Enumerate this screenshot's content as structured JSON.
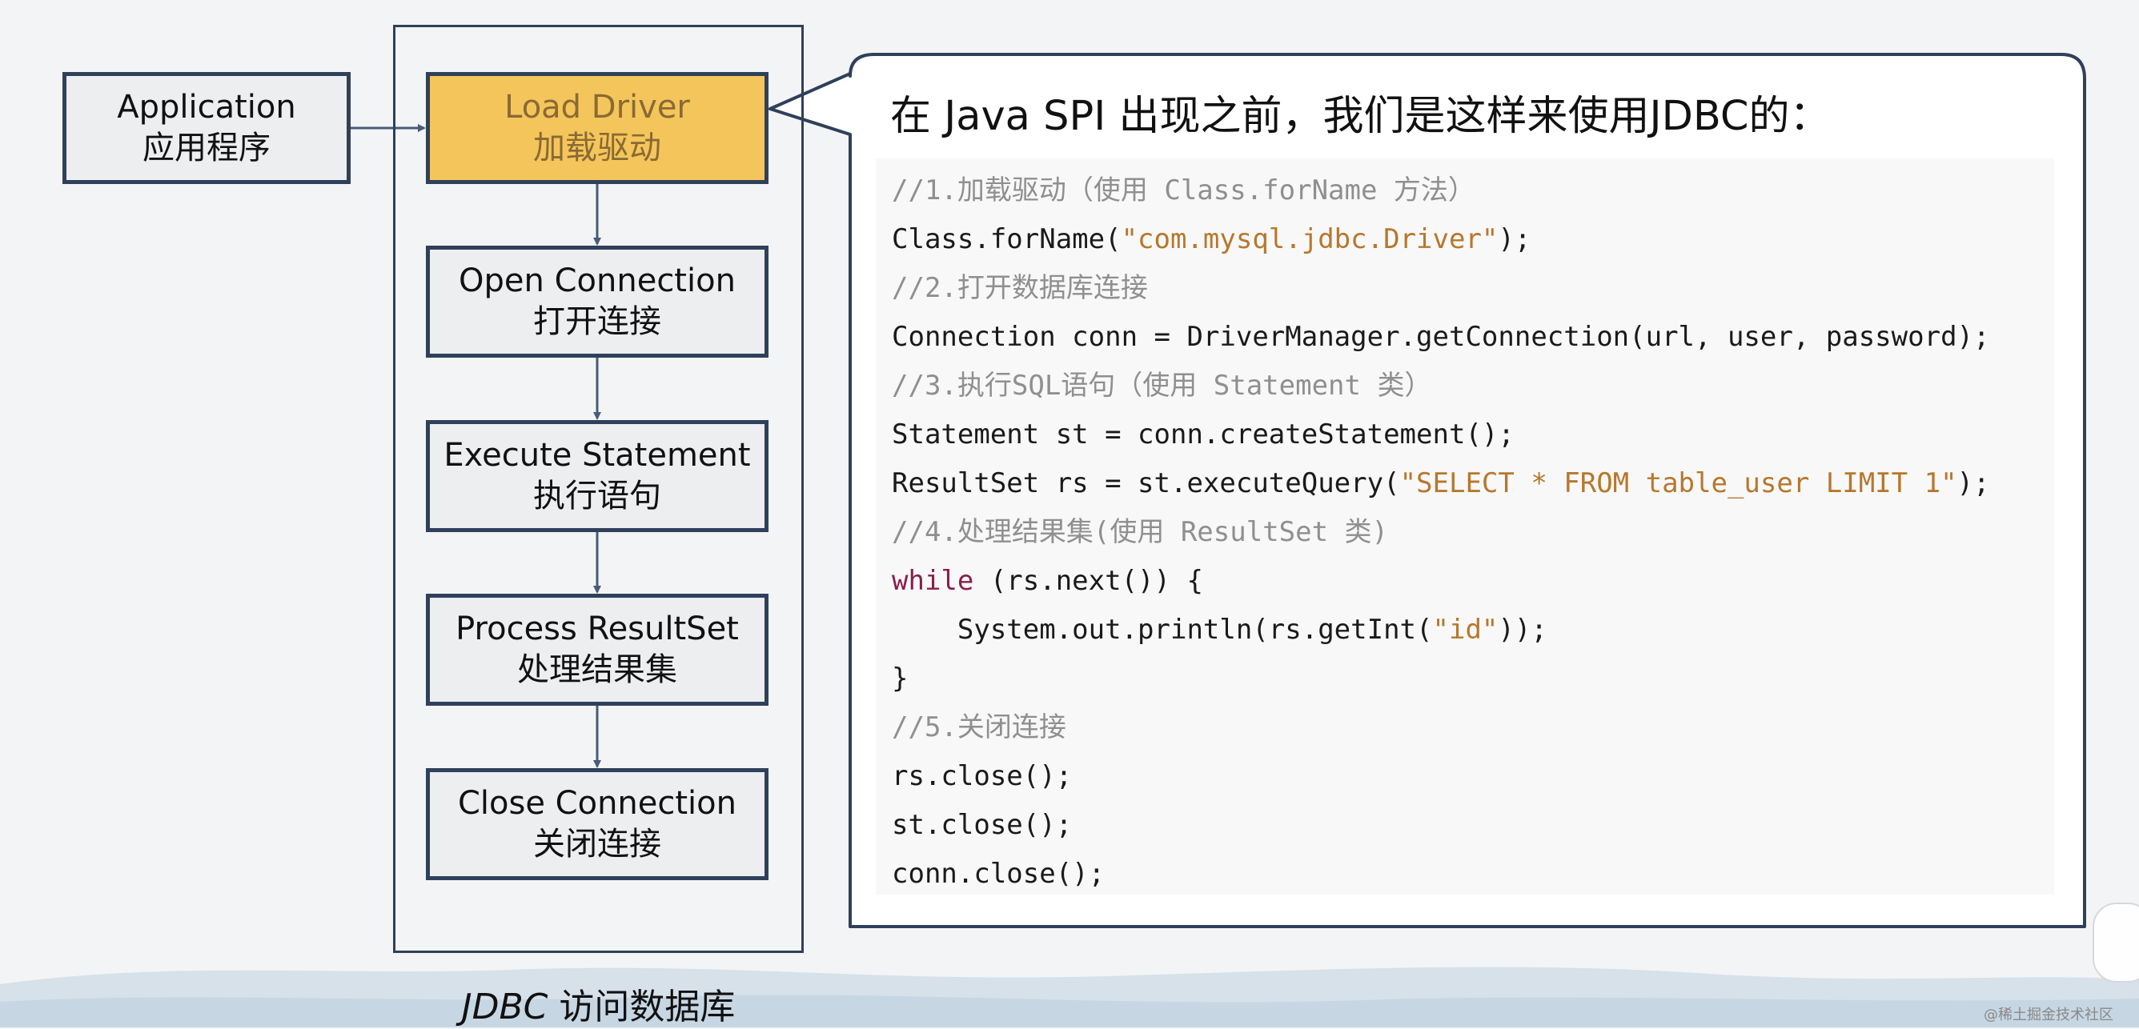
{
  "application": {
    "en": "Application",
    "zh": "应用程序"
  },
  "jdbc_frame": {
    "caption_em": "JDBC",
    "caption_rest": " 访问数据库"
  },
  "steps": [
    {
      "en": "Load Driver",
      "zh": "加载驱动"
    },
    {
      "en": "Open Connection",
      "zh": "打开连接"
    },
    {
      "en": "Execute Statement",
      "zh": "执行语句"
    },
    {
      "en": "Process ResultSet",
      "zh": "处理结果集"
    },
    {
      "en": "Close Connection",
      "zh": "关闭连接"
    }
  ],
  "callout": {
    "title": "在 Java SPI 出现之前，我们是这样来使用JDBC的：",
    "code_lines": [
      [
        {
          "t": "c",
          "v": "//1.加载驱动（使用 Class.forName 方法）"
        }
      ],
      [
        {
          "t": "p",
          "v": "Class.forName("
        },
        {
          "t": "s",
          "v": "\"com.mysql.jdbc.Driver\""
        },
        {
          "t": "p",
          "v": ");"
        }
      ],
      [
        {
          "t": "c",
          "v": "//2.打开数据库连接"
        }
      ],
      [
        {
          "t": "p",
          "v": "Connection conn = DriverManager.getConnection(url, user, password);"
        }
      ],
      [
        {
          "t": "c",
          "v": "//3.执行SQL语句（使用 Statement 类）"
        }
      ],
      [
        {
          "t": "p",
          "v": "Statement st = conn.createStatement();"
        }
      ],
      [
        {
          "t": "p",
          "v": "ResultSet rs = st.executeQuery("
        },
        {
          "t": "s",
          "v": "\"SELECT * FROM table_user LIMIT 1\""
        },
        {
          "t": "p",
          "v": ");"
        }
      ],
      [
        {
          "t": "c",
          "v": "//4.处理结果集(使用 ResultSet 类)"
        }
      ],
      [
        {
          "t": "k",
          "v": "while"
        },
        {
          "t": "p",
          "v": " (rs.next()) {"
        }
      ],
      [
        {
          "t": "p",
          "v": "    System.out.println(rs.getInt("
        },
        {
          "t": "s",
          "v": "\"id\""
        },
        {
          "t": "p",
          "v": "));"
        }
      ],
      [
        {
          "t": "p",
          "v": "}"
        }
      ],
      [
        {
          "t": "c",
          "v": "//5.关闭连接"
        }
      ],
      [
        {
          "t": "p",
          "v": "rs.close();"
        }
      ],
      [
        {
          "t": "p",
          "v": "st.close();"
        }
      ],
      [
        {
          "t": "p",
          "v": "conn.close();"
        }
      ]
    ]
  },
  "watermark": "@稀土掘金技术社区",
  "colors": {
    "box_border": "#2f405a",
    "box_fill": "#eceef0",
    "active_fill": "#f4c55a",
    "active_text": "#8a6a34",
    "code_string": "#b7772c",
    "code_keyword": "#8a1e4c",
    "code_comment": "#8f8f8f"
  }
}
